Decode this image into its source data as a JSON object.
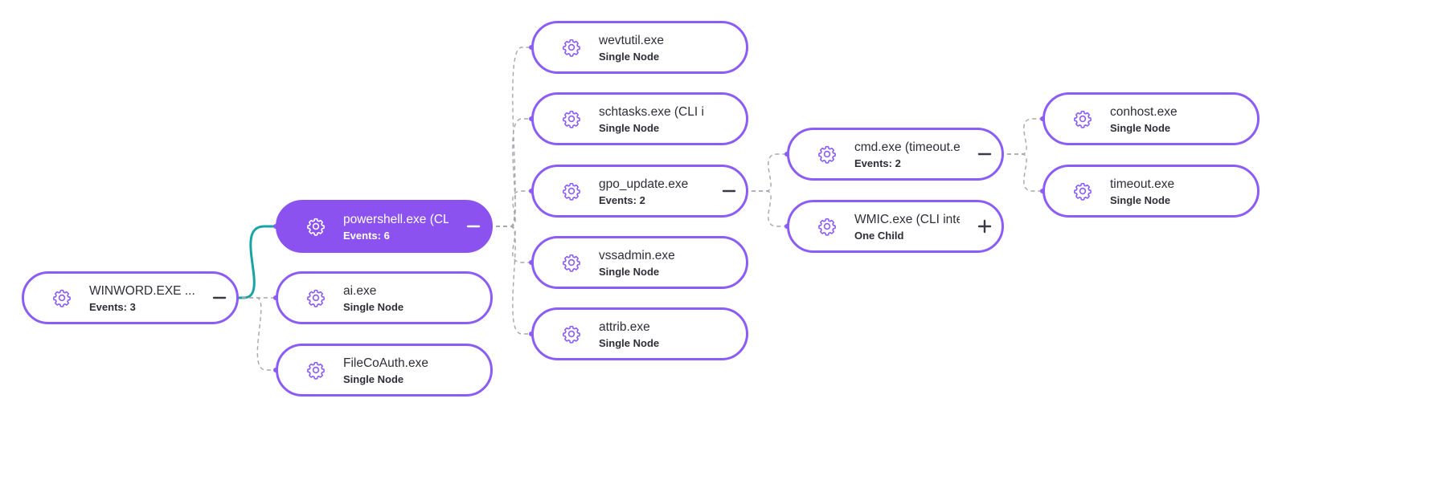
{
  "colors": {
    "node_border": "#8b5cf6",
    "selected_fill": "#8b52f0",
    "active_edge": "#1aa3a3",
    "dashed_edge": "#a6a6ad",
    "text": "#2e2e38"
  },
  "icons": {
    "process": "gear-icon",
    "collapse": "minus-icon",
    "expand": "plus-icon"
  },
  "nodes": {
    "winword": {
      "title": "WINWORD.EXE ...",
      "subtitle": "Events: 3",
      "toggle": "collapse"
    },
    "powershell": {
      "title": "powershell.exe (CLI ...",
      "subtitle": "Events: 6",
      "toggle": "collapse",
      "selected": true
    },
    "ai": {
      "title": "ai.exe",
      "subtitle": "Single Node"
    },
    "filecoauth": {
      "title": "FileCoAuth.exe",
      "subtitle": "Single Node"
    },
    "wevtutil": {
      "title": "wevtutil.exe",
      "subtitle": "Single Node"
    },
    "schtasks": {
      "title": "schtasks.exe (CLI in...",
      "subtitle": "Single Node"
    },
    "gpo_update": {
      "title": "gpo_update.exe",
      "subtitle": "Events: 2",
      "toggle": "collapse"
    },
    "vssadmin": {
      "title": "vssadmin.exe",
      "subtitle": "Single Node"
    },
    "attrib": {
      "title": "attrib.exe",
      "subtitle": "Single Node"
    },
    "cmd": {
      "title": "cmd.exe (timeout.e...",
      "subtitle": "Events: 2",
      "toggle": "collapse"
    },
    "wmic": {
      "title": "WMIC.exe (CLI inte...",
      "subtitle": "One Child",
      "toggle": "expand"
    },
    "conhost": {
      "title": "conhost.exe",
      "subtitle": "Single Node"
    },
    "timeout": {
      "title": "timeout.exe",
      "subtitle": "Single Node"
    }
  },
  "edges": [
    {
      "from": "winword",
      "to": "powershell",
      "style": "active"
    },
    {
      "from": "winword",
      "to": "ai",
      "style": "dashed"
    },
    {
      "from": "winword",
      "to": "filecoauth",
      "style": "dashed"
    },
    {
      "from": "powershell",
      "to": "wevtutil",
      "style": "dashed"
    },
    {
      "from": "powershell",
      "to": "schtasks",
      "style": "dashed"
    },
    {
      "from": "powershell",
      "to": "gpo_update",
      "style": "dashed"
    },
    {
      "from": "powershell",
      "to": "vssadmin",
      "style": "dashed"
    },
    {
      "from": "powershell",
      "to": "attrib",
      "style": "dashed"
    },
    {
      "from": "gpo_update",
      "to": "cmd",
      "style": "dashed"
    },
    {
      "from": "gpo_update",
      "to": "wmic",
      "style": "dashed"
    },
    {
      "from": "cmd",
      "to": "conhost",
      "style": "dashed"
    },
    {
      "from": "cmd",
      "to": "timeout",
      "style": "dashed"
    }
  ]
}
